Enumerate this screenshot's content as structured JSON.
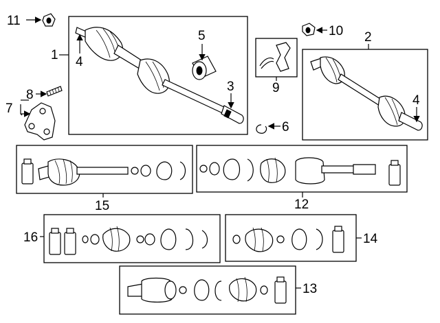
{
  "callouts": {
    "c1": "1",
    "c2": "2",
    "c3": "3",
    "c4a": "4",
    "c4b": "4",
    "c5": "5",
    "c6": "6",
    "c7": "7",
    "c8": "8",
    "c9": "9",
    "c10": "10",
    "c11": "11",
    "c12": "12",
    "c13": "13",
    "c14": "14",
    "c15": "15",
    "c16": "16"
  },
  "colors": {
    "line": "#000000",
    "background": "#ffffff",
    "shading": "#cfcfcf"
  }
}
